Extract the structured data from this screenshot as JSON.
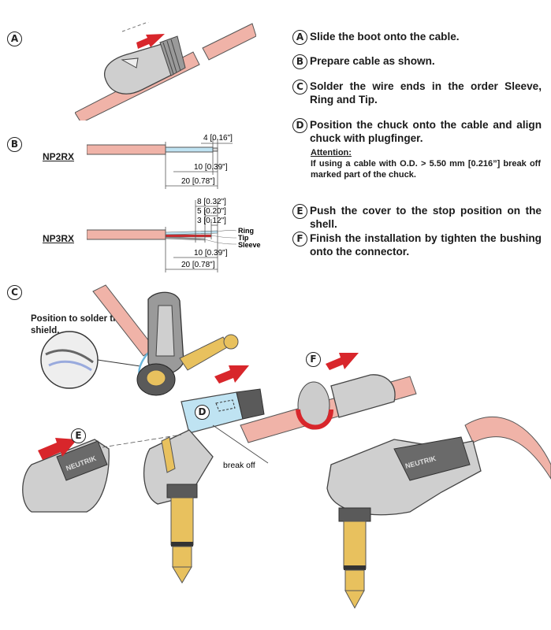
{
  "markers": {
    "a": "A",
    "b": "B",
    "c": "C",
    "d": "D",
    "e": "E",
    "f": "F"
  },
  "steps": [
    {
      "letter": "A",
      "text": "Slide the boot onto the cable."
    },
    {
      "letter": "B",
      "text": "Prepare cable as shown."
    },
    {
      "letter": "C",
      "text": "Solder the wire ends in the order Sleeve, Ring and Tip."
    },
    {
      "letter": "D",
      "text": "Position the chuck onto the cable and align chuck with plugfinger."
    },
    {
      "letter": "E",
      "text": "Push the cover to the stop position on the shell."
    },
    {
      "letter": "F",
      "text": "Finish the installation by tighten the bushing onto the connector."
    }
  ],
  "attention": {
    "heading": "Attention:",
    "text": "If using a cable with O.D. > 5.50 mm [0.216”] break off marked part of the chuck."
  },
  "models": {
    "np2rx": "NP2RX",
    "np3rx": "NP3RX"
  },
  "dims_np2rx": [
    {
      "mm": "4",
      "inch": "[0.16\"]"
    },
    {
      "mm": "10",
      "inch": "[0.39\"]"
    },
    {
      "mm": "20",
      "inch": "[0.78\"]"
    }
  ],
  "dims_np3rx": [
    {
      "mm": "8",
      "inch": "[0.32\"]"
    },
    {
      "mm": "5",
      "inch": "[0.20\"]"
    },
    {
      "mm": "3",
      "inch": "[0.12\"]"
    },
    {
      "mm": "10",
      "inch": "[0.39\"]"
    },
    {
      "mm": "20",
      "inch": "[0.78\"]"
    }
  ],
  "wire_labels": {
    "ring": "Ring",
    "tip": "Tip",
    "sleeve": "Sleeve"
  },
  "shield_note": "Position to solder the shield.",
  "break_off": "break off",
  "brand": "NEUTRIK",
  "colors": {
    "arrow": "#d8262b",
    "cable": "#f0b3a8",
    "chuck": "#bfe3f2",
    "gold": "#e8c15e",
    "grey": "#8c8c8c",
    "dark": "#4a4a4a"
  }
}
